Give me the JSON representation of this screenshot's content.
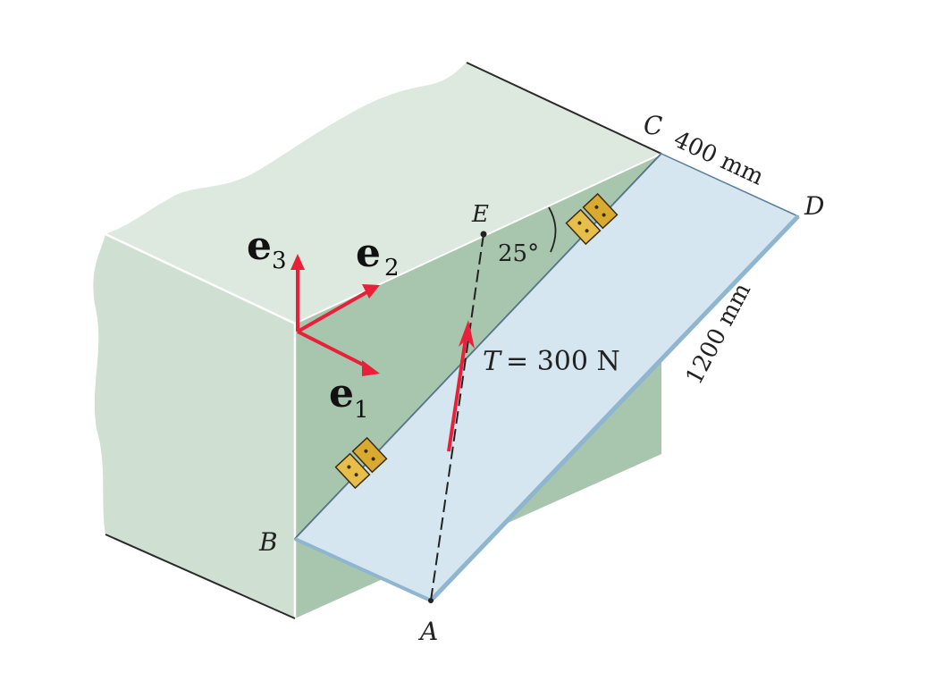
{
  "labels": {
    "point_a": "A",
    "point_b": "B",
    "point_c": "C",
    "point_d": "D",
    "point_e": "E",
    "dim_width": "400 mm",
    "dim_length": "1200 mm",
    "angle": "25°",
    "tension_sym": "T",
    "tension_val": "= 300 N"
  },
  "vectors": {
    "e1": {
      "base": "e",
      "sub": "1"
    },
    "e2": {
      "base": "e",
      "sub": "2"
    },
    "e3": {
      "base": "e",
      "sub": "3"
    }
  },
  "colors": {
    "block_top": "#dde8df",
    "block_left": "#cfe0d3",
    "block_front": "#a8c5ae",
    "panel": "#d5e6f0",
    "panel_edge": "#8fb5cf",
    "hinge": "#e7be4a",
    "arrow_red": "#e8203a",
    "ink": "#222222"
  }
}
